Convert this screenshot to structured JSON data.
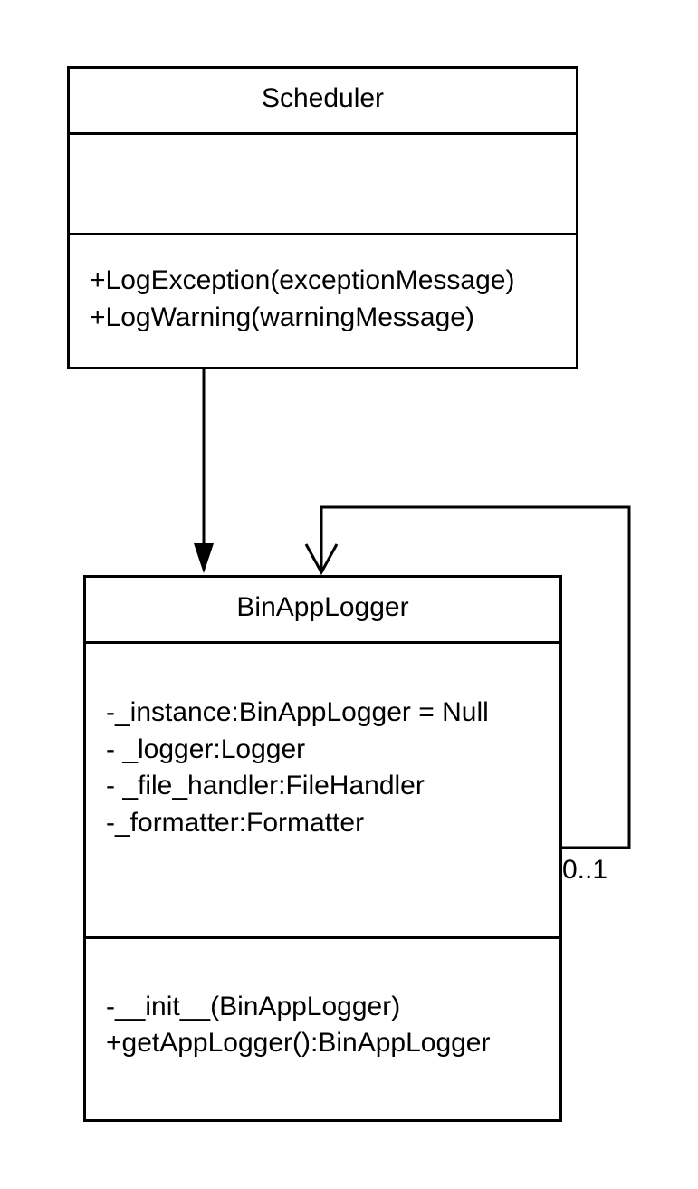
{
  "classes": {
    "scheduler": {
      "name": "Scheduler",
      "attributes": [],
      "methods": [
        "+LogException(exceptionMessage)",
        "+LogWarning(warningMessage)"
      ]
    },
    "bin_app_logger": {
      "name": "BinAppLogger",
      "attributes": [
        "-_instance:BinAppLogger = Null",
        "- _logger:Logger",
        "- _file_handler:FileHandler",
        "-_formatter:Formatter"
      ],
      "methods": [
        "-__init__(BinAppLogger)",
        "+getAppLogger():BinAppLogger"
      ]
    }
  },
  "relations": {
    "self_association": {
      "multiplicity": "0..1"
    }
  }
}
